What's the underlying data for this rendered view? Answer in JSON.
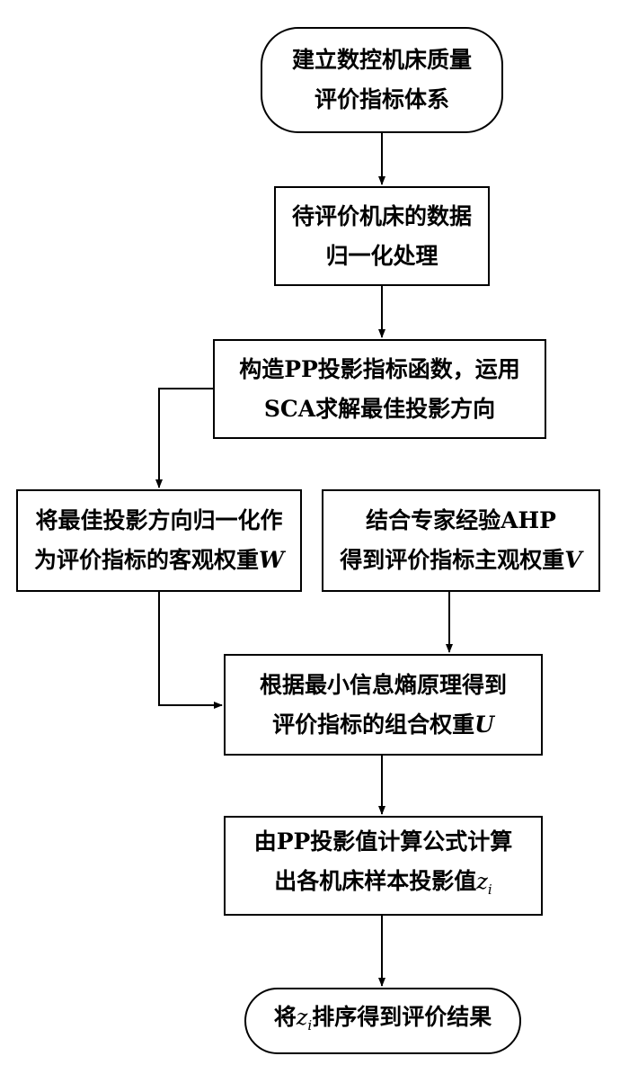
{
  "nodes": {
    "n1": {
      "line1": "建立数控机床质量",
      "line2": "评价指标体系"
    },
    "n2": {
      "line1": "待评价机床的数据",
      "line2": "归一化处理"
    },
    "n3": {
      "line1": "构造PP投影指标函数，运用",
      "line2": "SCA求解最佳投影方向"
    },
    "n4": {
      "line1": "将最佳投影方向归一化作",
      "line2_text": "为评价指标的客观权重",
      "line2_var": "W"
    },
    "n5": {
      "line1": "结合专家经验AHP",
      "line2_text": "得到评价指标主观权重",
      "line2_var": "V"
    },
    "n6": {
      "line1": "根据最小信息熵原理得到",
      "line2_text": "评价指标的组合权重",
      "line2_var": "U"
    },
    "n7": {
      "line1": "由PP投影值计算公式计算",
      "line2_text": "出各机床样本投影值",
      "line2_var": "z",
      "line2_sub": "i"
    },
    "n8": {
      "pre": "将",
      "var": "z",
      "sub": "i",
      "post": "排序得到评价结果"
    }
  }
}
